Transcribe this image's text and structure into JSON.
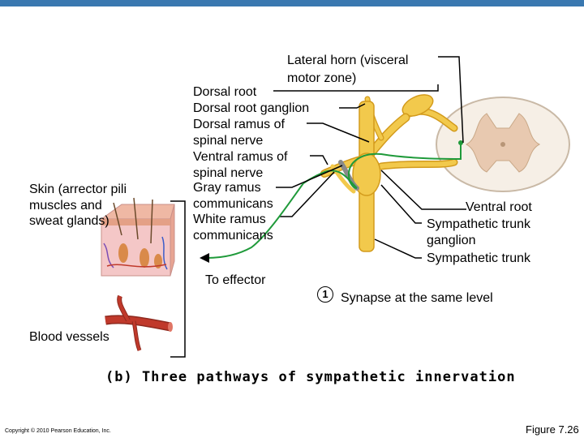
{
  "colors": {
    "top_bar": "#3a78b0",
    "nerve_yellow": "#f2c94c",
    "nerve_outline": "#d39b1c",
    "pathway_green": "#1f9a3a",
    "cord_gray_matter": "#e8c9b0",
    "blood_vessel": "#c0392b"
  },
  "labels": {
    "lateral_horn": "Lateral horn (visceral motor zone)",
    "dorsal_root": "Dorsal root",
    "dorsal_root_ganglion": "Dorsal root ganglion",
    "dorsal_ramus": "Dorsal ramus of spinal nerve",
    "ventral_ramus": "Ventral ramus of spinal nerve",
    "gray_ramus": "Gray ramus communicans",
    "white_ramus": "White ramus communicans",
    "skin": "Skin (arrector pili muscles and sweat glands)",
    "ventral_root": "Ventral root",
    "sympathetic_ganglion": "Sympathetic trunk ganglion",
    "sympathetic_trunk": "Sympathetic trunk",
    "to_effector": "To effector",
    "synapse_number": "1",
    "synapse_text": "Synapse at the same level",
    "blood_vessels": "Blood vessels"
  },
  "caption": "(b) Three pathways of sympathetic innervation",
  "copyright": "Copyright © 2010 Pearson Education, Inc.",
  "figure_number": "Figure 7.26"
}
